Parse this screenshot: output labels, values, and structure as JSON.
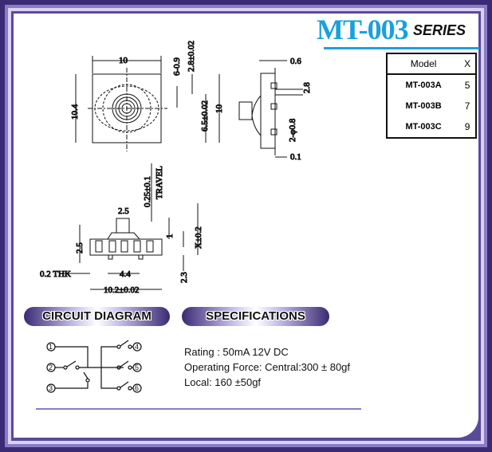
{
  "header": {
    "title": "MT-003",
    "series": "SERIES"
  },
  "model_table": {
    "headers": [
      "Model",
      "X"
    ],
    "rows": [
      [
        "MT-003A",
        "5"
      ],
      [
        "MT-003B",
        "7"
      ],
      [
        "MT-003C",
        "9"
      ]
    ]
  },
  "top_view_dims": {
    "width": "10",
    "height": "10.4",
    "pitch": "6-0.9",
    "pin": "2.8±0.02",
    "inner": "6.5±0.02",
    "outer": "10"
  },
  "side_view_dims": {
    "top": "0.6",
    "pitch": "2.8",
    "hole": "2-φ0.8",
    "bottom": "0.1"
  },
  "front_view_dims": {
    "travel": "0.25±0.1",
    "travel_label": "TRAVEL",
    "stem": "2.5",
    "height_left": "2.5",
    "one": "1",
    "x": "X±0.2",
    "leg": "2.3",
    "thk": "0.2 THK",
    "span": "4.4",
    "width": "10.2±0.02"
  },
  "sections": {
    "circuit": "CIRCUIT DIAGRAM",
    "specs": "SPECIFICATIONS"
  },
  "circuit": {
    "pins": [
      "1",
      "2",
      "3",
      "4",
      "5",
      "6"
    ]
  },
  "specifications": [
    "Rating : 50mA 12V DC",
    "Operating Force: Central:300 ± 80gf",
    "Local: 160 ±50gf"
  ]
}
